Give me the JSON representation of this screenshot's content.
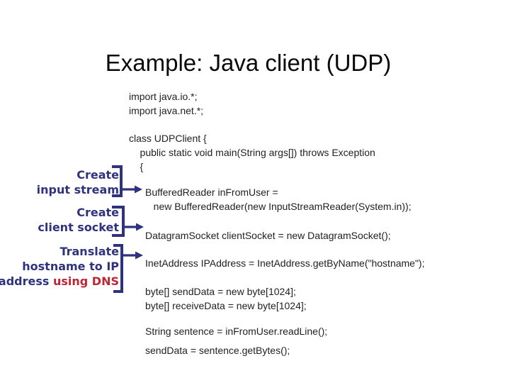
{
  "slide": {
    "title": "Example: Java client (UDP)"
  },
  "colors": {
    "background": "#ffffff",
    "title_text": "#0a0a0a",
    "code_text": "#1f1f1f",
    "annotation_navy": "#2f327d",
    "annotation_red": "#c02535"
  },
  "annotations": [
    {
      "lines": [
        "Create",
        "input stream"
      ]
    },
    {
      "lines": [
        "Create",
        "client socket"
      ]
    },
    {
      "lines": [
        "Translate",
        "hostname to IP"
      ],
      "last_line_prefix": "address ",
      "last_line_highlight": "using DNS"
    }
  ],
  "code_blocks": [
    {
      "name": "imports",
      "lines": [
        "import java.io.*;",
        "import java.net.*;"
      ]
    },
    {
      "name": "class-header",
      "lines": [
        "class UDPClient {",
        "    public static void main(String args[]) throws Exception",
        "    {"
      ]
    },
    {
      "name": "create-input-stream",
      "lines": [
        "BufferedReader inFromUser =",
        "   new BufferedReader(new InputStreamReader(System.in));"
      ]
    },
    {
      "name": "create-client-socket",
      "lines": [
        "DatagramSocket clientSocket = new DatagramSocket();"
      ]
    },
    {
      "name": "translate-hostname",
      "lines": [
        "InetAddress IPAddress = InetAddress.getByName(\"hostname\");"
      ]
    },
    {
      "name": "byte-buffers",
      "lines": [
        "byte[] sendData = new byte[1024];",
        "byte[] receiveData = new byte[1024];"
      ]
    },
    {
      "name": "read-sentence",
      "lines": [
        "String sentence = inFromUser.readLine();"
      ]
    },
    {
      "name": "encode-sentence",
      "lines": [
        "sendData = sentence.getBytes();"
      ]
    }
  ]
}
